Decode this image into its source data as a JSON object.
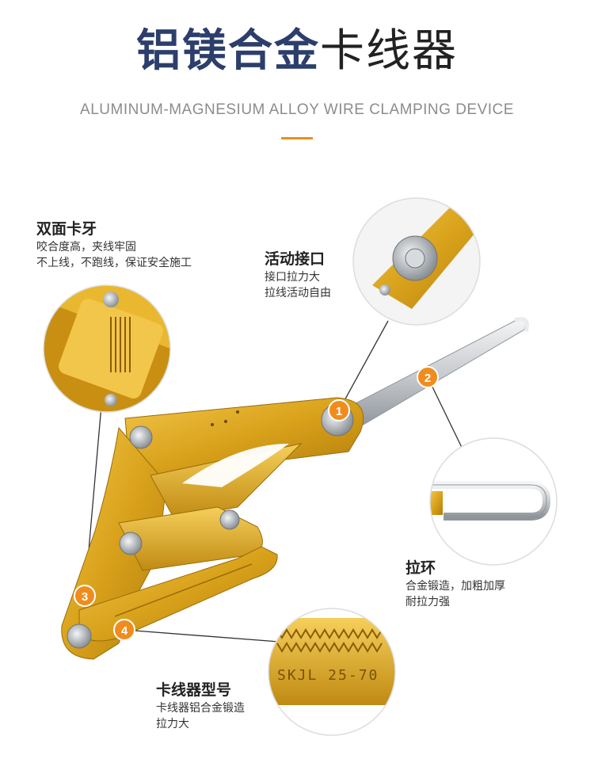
{
  "header": {
    "title_bold": "铝镁合金",
    "title_light": "卡线器",
    "subtitle": "ALUMINUM-MAGNESIUM ALLOY WIRE CLAMPING DEVICE",
    "accent_color": "#f08c1e"
  },
  "callouts": {
    "jaw": {
      "title": "双面卡牙",
      "lines": [
        "咬合度高，夹线牢固",
        "不上线，不跑线，保证安全施工"
      ]
    },
    "joint": {
      "title": "活动接口",
      "lines": [
        "接口拉力大",
        "拉线活动自由"
      ]
    },
    "ring": {
      "title": "拉环",
      "lines": [
        "合金锻造，加粗加厚",
        "耐拉力强"
      ]
    },
    "model": {
      "title": "卡线器型号",
      "lines": [
        "卡线器铝合金锻造",
        "拉力大"
      ]
    }
  },
  "markers": [
    "1",
    "2",
    "3",
    "4"
  ],
  "engraving": "SKJL 25-70",
  "colors": {
    "gold": "#d9a21b",
    "gold_dark": "#a8740a",
    "steel": "#c9ccd0",
    "marker": "#f08c1e"
  }
}
